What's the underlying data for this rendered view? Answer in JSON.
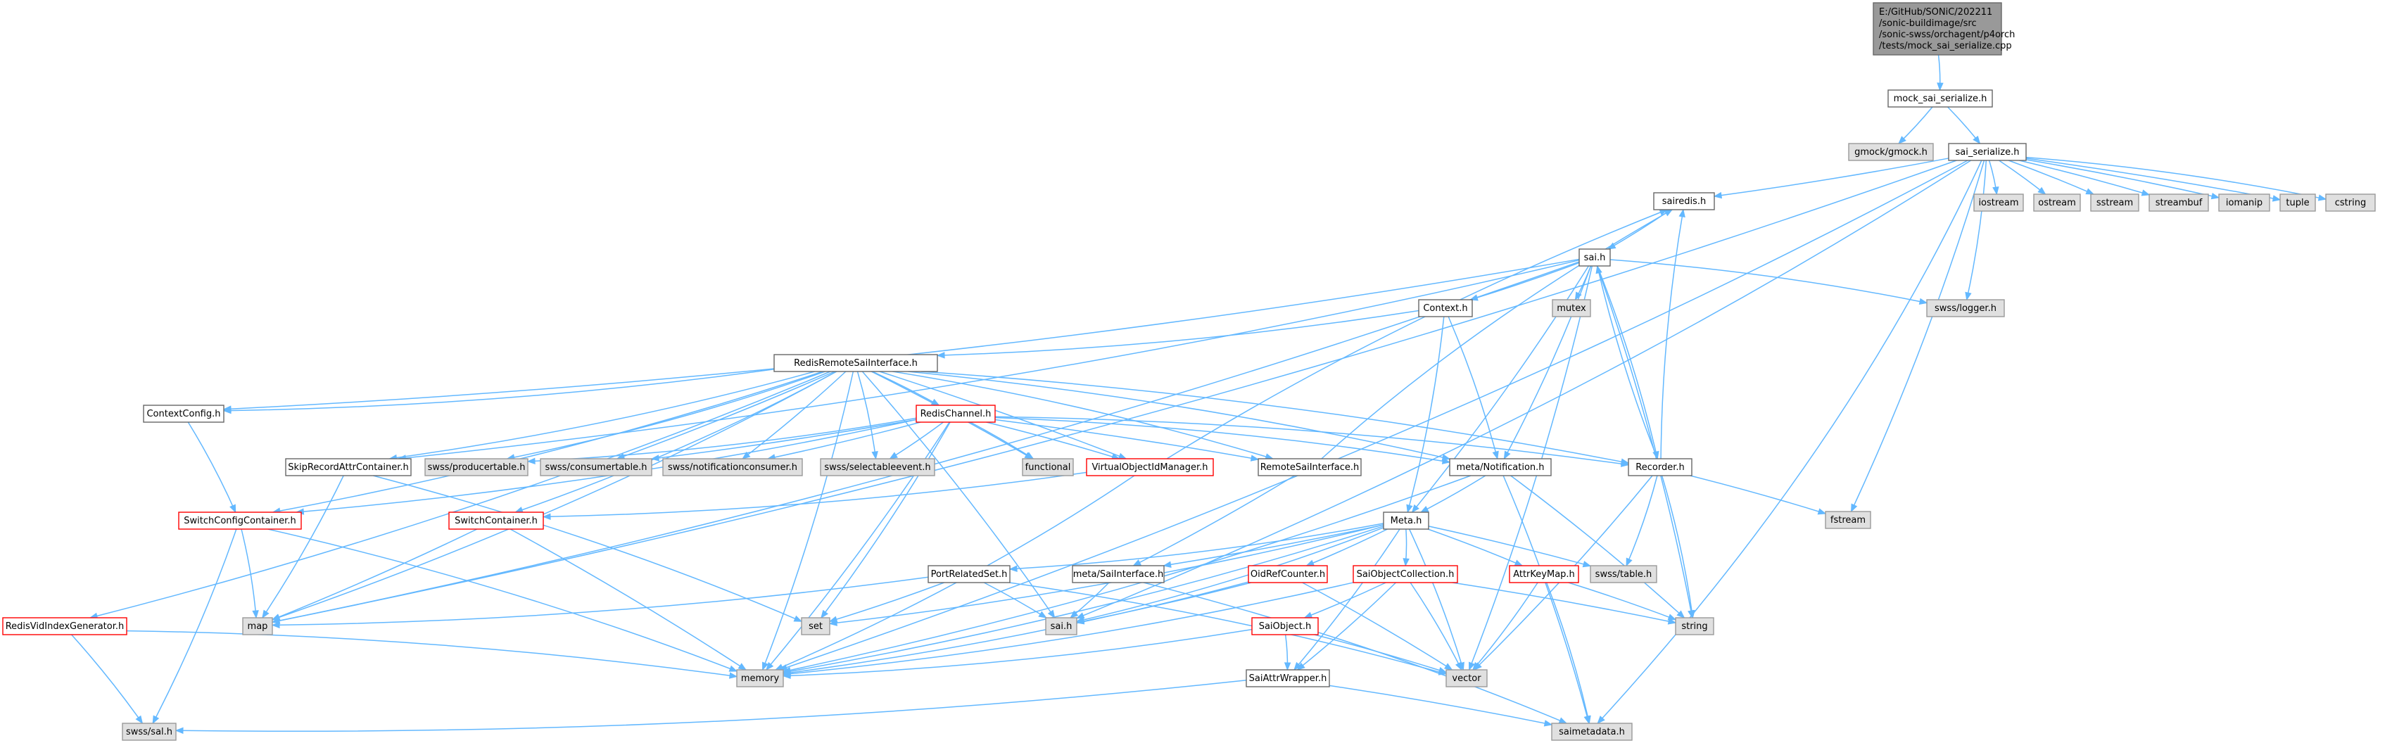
{
  "nodes": [
    {
      "id": "root",
      "kind": "root",
      "lines": [
        "E:/GitHub/SONiC/202211",
        "/sonic-buildimage/src",
        "/sonic-swss/orchagent/p4orch",
        "/tests/mock_sai_serialize.cpp"
      ]
    },
    {
      "id": "mock_ser",
      "kind": "normal",
      "lines": [
        "mock_sai_serialize.h"
      ]
    },
    {
      "id": "gmock",
      "kind": "ext",
      "lines": [
        "gmock/gmock.h"
      ]
    },
    {
      "id": "sai_ser",
      "kind": "normal",
      "lines": [
        "sai_serialize.h"
      ]
    },
    {
      "id": "iostream",
      "kind": "ext",
      "lines": [
        "iostream"
      ]
    },
    {
      "id": "ostream",
      "kind": "ext",
      "lines": [
        "ostream"
      ]
    },
    {
      "id": "sstream",
      "kind": "ext",
      "lines": [
        "sstream"
      ]
    },
    {
      "id": "streambuf",
      "kind": "ext",
      "lines": [
        "streambuf"
      ]
    },
    {
      "id": "iomanip",
      "kind": "ext",
      "lines": [
        "iomanip"
      ]
    },
    {
      "id": "tuple",
      "kind": "ext",
      "lines": [
        "tuple"
      ]
    },
    {
      "id": "cstring",
      "kind": "ext",
      "lines": [
        "cstring"
      ]
    },
    {
      "id": "sairedis",
      "kind": "normal",
      "lines": [
        "sairedis.h"
      ]
    },
    {
      "id": "sai",
      "kind": "normal",
      "lines": [
        "sai.h"
      ]
    },
    {
      "id": "mutex",
      "kind": "ext",
      "lines": [
        "mutex"
      ]
    },
    {
      "id": "logger",
      "kind": "ext",
      "lines": [
        "swss/logger.h"
      ]
    },
    {
      "id": "context",
      "kind": "normal",
      "lines": [
        "Context.h"
      ]
    },
    {
      "id": "rrsi",
      "kind": "normal",
      "lines": [
        "RedisRemoteSaiInterface.h"
      ]
    },
    {
      "id": "ctxconf",
      "kind": "normal",
      "lines": [
        "ContextConfig.h"
      ]
    },
    {
      "id": "redischan",
      "kind": "red",
      "lines": [
        "RedisChannel.h"
      ]
    },
    {
      "id": "skiprec",
      "kind": "normal",
      "lines": [
        "SkipRecordAttrContainer.h"
      ]
    },
    {
      "id": "prodtable",
      "kind": "ext",
      "lines": [
        "swss/producertable.h"
      ]
    },
    {
      "id": "constable",
      "kind": "ext",
      "lines": [
        "swss/consumertable.h"
      ]
    },
    {
      "id": "notifcons",
      "kind": "ext",
      "lines": [
        "swss/notificationconsumer.h"
      ]
    },
    {
      "id": "selevent",
      "kind": "ext",
      "lines": [
        "swss/selectableevent.h"
      ]
    },
    {
      "id": "functional",
      "kind": "ext",
      "lines": [
        "functional"
      ]
    },
    {
      "id": "voidmgr",
      "kind": "red",
      "lines": [
        "VirtualObjectIdManager.h"
      ]
    },
    {
      "id": "remotesai",
      "kind": "normal",
      "lines": [
        "RemoteSaiInterface.h"
      ]
    },
    {
      "id": "metanotif",
      "kind": "normal",
      "lines": [
        "meta/Notification.h"
      ]
    },
    {
      "id": "recorder",
      "kind": "normal",
      "lines": [
        "Recorder.h"
      ]
    },
    {
      "id": "fstream",
      "kind": "ext",
      "lines": [
        "fstream"
      ]
    },
    {
      "id": "swconfcont",
      "kind": "red",
      "lines": [
        "SwitchConfigContainer.h"
      ]
    },
    {
      "id": "swcont",
      "kind": "red",
      "lines": [
        "SwitchContainer.h"
      ]
    },
    {
      "id": "metah",
      "kind": "normal",
      "lines": [
        "Meta.h"
      ]
    },
    {
      "id": "portrel",
      "kind": "normal",
      "lines": [
        "PortRelatedSet.h"
      ]
    },
    {
      "id": "metasai",
      "kind": "normal",
      "lines": [
        "meta/SaiInterface.h"
      ]
    },
    {
      "id": "oidref",
      "kind": "red",
      "lines": [
        "OidRefCounter.h"
      ]
    },
    {
      "id": "saiobjcoll",
      "kind": "red",
      "lines": [
        "SaiObjectCollection.h"
      ]
    },
    {
      "id": "attrkey",
      "kind": "red",
      "lines": [
        "AttrKeyMap.h"
      ]
    },
    {
      "id": "swsstable",
      "kind": "ext",
      "lines": [
        "swss/table.h"
      ]
    },
    {
      "id": "redisvid",
      "kind": "red",
      "lines": [
        "RedisVidIndexGenerator.h"
      ]
    },
    {
      "id": "map",
      "kind": "ext",
      "lines": [
        "map"
      ]
    },
    {
      "id": "set",
      "kind": "ext",
      "lines": [
        "set"
      ]
    },
    {
      "id": "saih2",
      "kind": "ext",
      "lines": [
        "sai.h"
      ]
    },
    {
      "id": "string",
      "kind": "ext",
      "lines": [
        "string"
      ]
    },
    {
      "id": "saiobject",
      "kind": "red",
      "lines": [
        "SaiObject.h"
      ]
    },
    {
      "id": "memory",
      "kind": "ext",
      "lines": [
        "memory"
      ]
    },
    {
      "id": "vector",
      "kind": "ext",
      "lines": [
        "vector"
      ]
    },
    {
      "id": "saiattrw",
      "kind": "normal",
      "lines": [
        "SaiAttrWrapper.h"
      ]
    },
    {
      "id": "swsssal",
      "kind": "ext",
      "lines": [
        "swss/sal.h"
      ]
    },
    {
      "id": "saimeta",
      "kind": "ext",
      "lines": [
        "saimetadata.h"
      ]
    }
  ],
  "edges": [
    [
      "root",
      "mock_ser"
    ],
    [
      "mock_ser",
      "gmock"
    ],
    [
      "mock_ser",
      "sai_ser"
    ],
    [
      "sai_ser",
      "iostream"
    ],
    [
      "sai_ser",
      "ostream"
    ],
    [
      "sai_ser",
      "sstream"
    ],
    [
      "sai_ser",
      "streambuf"
    ],
    [
      "sai_ser",
      "iomanip"
    ],
    [
      "sai_ser",
      "tuple"
    ],
    [
      "sai_ser",
      "cstring"
    ],
    [
      "sai_ser",
      "sairedis"
    ],
    [
      "sai_ser",
      "logger"
    ],
    [
      "sai_ser",
      "fstream"
    ],
    [
      "sai_ser",
      "saimeta"
    ],
    [
      "sai_ser",
      "map"
    ],
    [
      "sai_ser",
      "saih2"
    ],
    [
      "sai_ser",
      "memory"
    ],
    [
      "sairedis",
      "sai"
    ],
    [
      "sai",
      "mutex"
    ],
    [
      "sai",
      "logger"
    ],
    [
      "sai",
      "context"
    ],
    [
      "sai",
      "string"
    ],
    [
      "sai",
      "vector"
    ],
    [
      "sai",
      "recorder"
    ],
    [
      "sai",
      "metah"
    ],
    [
      "sai",
      "metanotif"
    ],
    [
      "sai",
      "map"
    ],
    [
      "sai",
      "skiprec"
    ],
    [
      "sai",
      "ctxconf"
    ],
    [
      "context",
      "rrsi"
    ],
    [
      "context",
      "metah"
    ],
    [
      "context",
      "metanotif"
    ],
    [
      "rrsi",
      "ctxconf"
    ],
    [
      "rrsi",
      "redischan"
    ],
    [
      "rrsi",
      "skiprec"
    ],
    [
      "rrsi",
      "prodtable"
    ],
    [
      "rrsi",
      "constable"
    ],
    [
      "rrsi",
      "notifcons"
    ],
    [
      "rrsi",
      "selevent"
    ],
    [
      "rrsi",
      "functional"
    ],
    [
      "rrsi",
      "voidmgr"
    ],
    [
      "rrsi",
      "remotesai"
    ],
    [
      "rrsi",
      "metanotif"
    ],
    [
      "rrsi",
      "recorder"
    ],
    [
      "rrsi",
      "swconfcont"
    ],
    [
      "rrsi",
      "swcont"
    ],
    [
      "rrsi",
      "redisvid"
    ],
    [
      "rrsi",
      "map"
    ],
    [
      "rrsi",
      "memory"
    ],
    [
      "rrsi",
      "saih2"
    ],
    [
      "ctxconf",
      "swconfcont"
    ],
    [
      "redischan",
      "prodtable"
    ],
    [
      "redischan",
      "constable"
    ],
    [
      "redischan",
      "notifcons"
    ],
    [
      "redischan",
      "selevent"
    ],
    [
      "redischan",
      "functional"
    ],
    [
      "redischan",
      "voidmgr"
    ],
    [
      "redischan",
      "remotesai"
    ],
    [
      "redischan",
      "metanotif"
    ],
    [
      "redischan",
      "recorder"
    ],
    [
      "redischan",
      "memory"
    ],
    [
      "redischan",
      "set"
    ],
    [
      "redischan",
      "swconfcont"
    ],
    [
      "skiprec",
      "map"
    ],
    [
      "skiprec",
      "set"
    ],
    [
      "voidmgr",
      "sairedis"
    ],
    [
      "voidmgr",
      "swcont"
    ],
    [
      "voidmgr",
      "memory"
    ],
    [
      "remotesai",
      "metasai"
    ],
    [
      "remotesai",
      "sairedis"
    ],
    [
      "metanotif",
      "metah"
    ],
    [
      "metanotif",
      "string"
    ],
    [
      "metanotif",
      "saimeta"
    ],
    [
      "metanotif",
      "memory"
    ],
    [
      "recorder",
      "sairedis"
    ],
    [
      "recorder",
      "fstream"
    ],
    [
      "recorder",
      "string"
    ],
    [
      "recorder",
      "vector"
    ],
    [
      "recorder",
      "sai"
    ],
    [
      "recorder",
      "swsstable"
    ],
    [
      "swconfcont",
      "map"
    ],
    [
      "swconfcont",
      "swsssal"
    ],
    [
      "swconfcont",
      "memory"
    ],
    [
      "swcont",
      "map"
    ],
    [
      "swcont",
      "memory"
    ],
    [
      "metah",
      "portrel"
    ],
    [
      "metah",
      "metasai"
    ],
    [
      "metah",
      "oidref"
    ],
    [
      "metah",
      "saiobjcoll"
    ],
    [
      "metah",
      "attrkey"
    ],
    [
      "metah",
      "swsstable"
    ],
    [
      "metah",
      "set"
    ],
    [
      "metah",
      "saiattrw"
    ],
    [
      "metah",
      "vector"
    ],
    [
      "metah",
      "memory"
    ],
    [
      "metah",
      "saih2"
    ],
    [
      "portrel",
      "set"
    ],
    [
      "portrel",
      "map"
    ],
    [
      "portrel",
      "saih2"
    ],
    [
      "portrel",
      "vector"
    ],
    [
      "metasai",
      "saih2"
    ],
    [
      "metasai",
      "saimeta"
    ],
    [
      "oidref",
      "saih2"
    ],
    [
      "oidref",
      "vector"
    ],
    [
      "oidref",
      "memory"
    ],
    [
      "saiobjcoll",
      "saiobject"
    ],
    [
      "saiobjcoll",
      "saiattrw"
    ],
    [
      "saiobjcoll",
      "vector"
    ],
    [
      "saiobjcoll",
      "memory"
    ],
    [
      "saiobjcoll",
      "string"
    ],
    [
      "attrkey",
      "string"
    ],
    [
      "attrkey",
      "vector"
    ],
    [
      "attrkey",
      "saimeta"
    ],
    [
      "saiobject",
      "saiattrw"
    ],
    [
      "saiobject",
      "memory"
    ],
    [
      "saiobject",
      "vector"
    ],
    [
      "saiattrw",
      "saimeta"
    ],
    [
      "saiattrw",
      "swsssal"
    ],
    [
      "redisvid",
      "swsssal"
    ],
    [
      "redisvid",
      "memory"
    ]
  ],
  "colors": {
    "edge": "#63b8ff",
    "ext_fill": "#e0e0e0",
    "ext_stroke": "#999999",
    "root_fill": "#999999",
    "red_stroke": "#ff0000",
    "normal_stroke": "#666666"
  }
}
